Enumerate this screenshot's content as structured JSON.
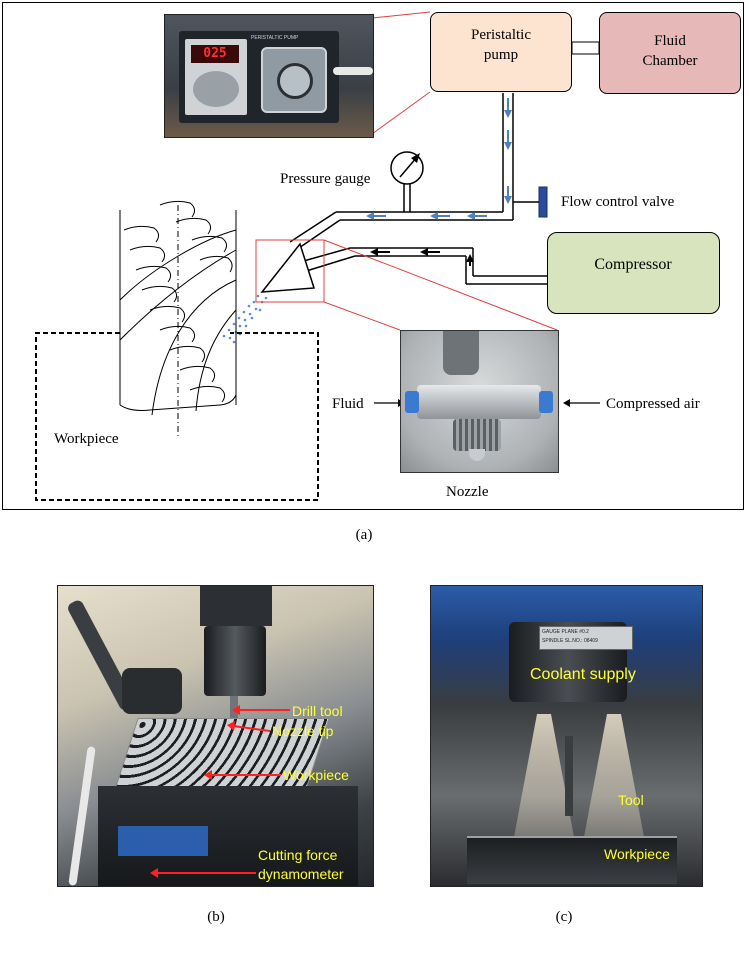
{
  "panel_a": {
    "caption": "(a)",
    "peristaltic_pump": "Peristaltic pump",
    "fluid_chamber": "Fluid Chamber",
    "pressure_gauge": "Pressure gauge",
    "flow_control_valve": "Flow control valve",
    "compressor": "Compressor",
    "fluid": "Fluid",
    "compressed_air": "Compressed air",
    "workpiece": "Workpiece",
    "nozzle": "Nozzle",
    "pump_display": "025",
    "pump_brand": "PERISTALTIC PUMP"
  },
  "panel_b": {
    "caption": "(b)",
    "drill_tool": "Drill tool",
    "nozzle_tip": "Nozzle tip",
    "workpiece": "Workpiece",
    "dynamometer_line1": "Cutting force",
    "dynamometer_line2": "dynamometer"
  },
  "panel_c": {
    "caption": "(c)",
    "coolant_supply": "Coolant supply",
    "tool": "Tool",
    "workpiece": "Workpiece",
    "plate_line1": "GAUGE PLANE  #0.2",
    "plate_line2": "SPINDLE SL.NO.: 08409"
  },
  "colors": {
    "pump_box": "#fde4d0",
    "chamber_box": "#e6b8b7",
    "compressor_box": "#d7e4bd",
    "flow_arrow": "#4f81bd",
    "callout_line": "#e04040",
    "photo_label": "#ffff33",
    "photo_arrow": "#ff2020"
  }
}
